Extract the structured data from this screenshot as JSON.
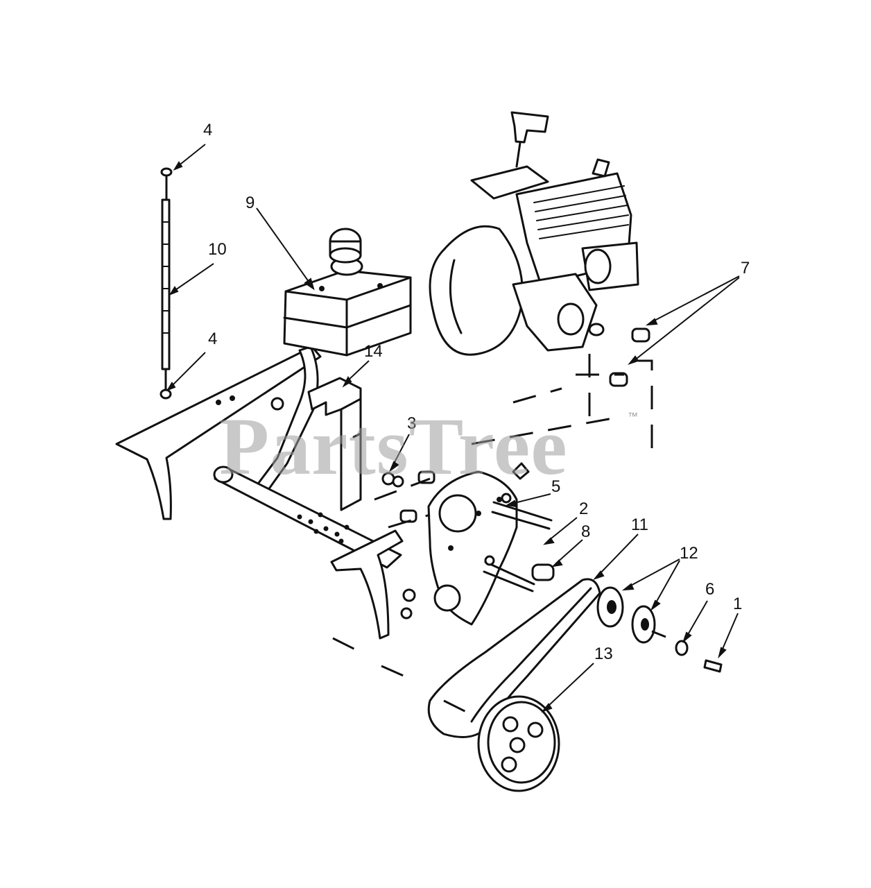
{
  "callouts": [
    {
      "id": "c4a",
      "text": "4"
    },
    {
      "id": "c9",
      "text": "9"
    },
    {
      "id": "c10",
      "text": "10"
    },
    {
      "id": "c4b",
      "text": "4"
    },
    {
      "id": "c14",
      "text": "14"
    },
    {
      "id": "c7",
      "text": "7"
    },
    {
      "id": "c3",
      "text": "3"
    },
    {
      "id": "c5",
      "text": "5"
    },
    {
      "id": "c2",
      "text": "2"
    },
    {
      "id": "c8",
      "text": "8"
    },
    {
      "id": "c11",
      "text": "11"
    },
    {
      "id": "c12",
      "text": "12"
    },
    {
      "id": "c6",
      "text": "6"
    },
    {
      "id": "c1",
      "text": "1"
    },
    {
      "id": "c13",
      "text": "13"
    }
  ],
  "watermark": {
    "text": "PartsTree",
    "trademark": "™"
  }
}
